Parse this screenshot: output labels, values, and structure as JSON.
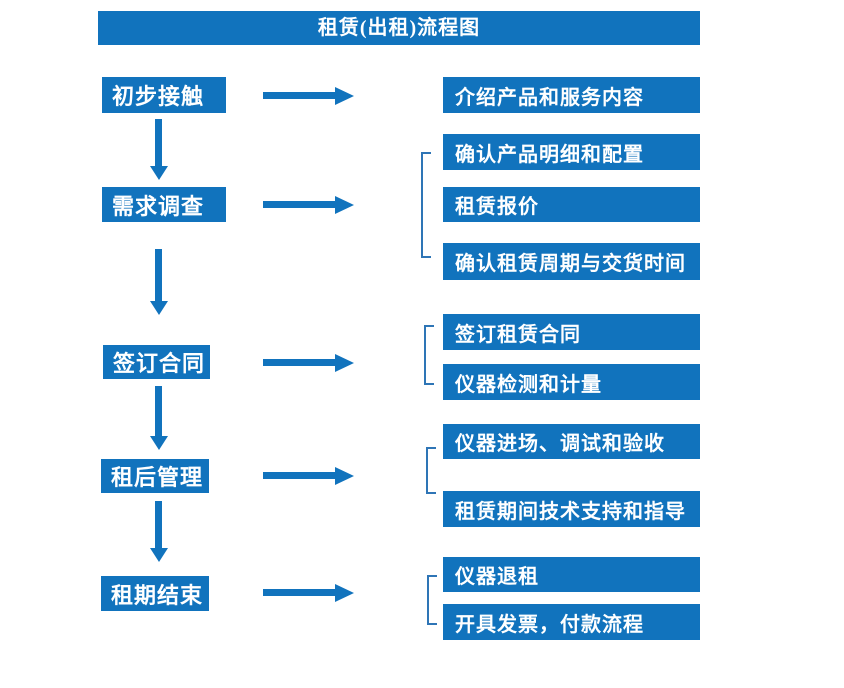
{
  "title": "租赁(出租)流程图",
  "diagram_type": "flowchart",
  "colors": {
    "primary": "#1173BD",
    "connector": "#2E75B6",
    "box_text": "#FFFFFF",
    "background": "#FFFFFF"
  },
  "steps": [
    {
      "label": "初步接触",
      "outputs": [
        "介绍产品和服务内容"
      ]
    },
    {
      "label": "需求调查",
      "outputs": [
        "确认产品明细和配置",
        "租赁报价",
        "确认租赁周期与交货时间"
      ]
    },
    {
      "label": "签订合同",
      "outputs": [
        "签订租赁合同",
        "仪器检测和计量"
      ]
    },
    {
      "label": "租后管理",
      "outputs": [
        "仪器进场、调试和验收",
        "租赁期间技术支持和指导"
      ]
    },
    {
      "label": "租期结束",
      "outputs": [
        "仪器退租",
        "开具发票，付款流程"
      ]
    }
  ]
}
